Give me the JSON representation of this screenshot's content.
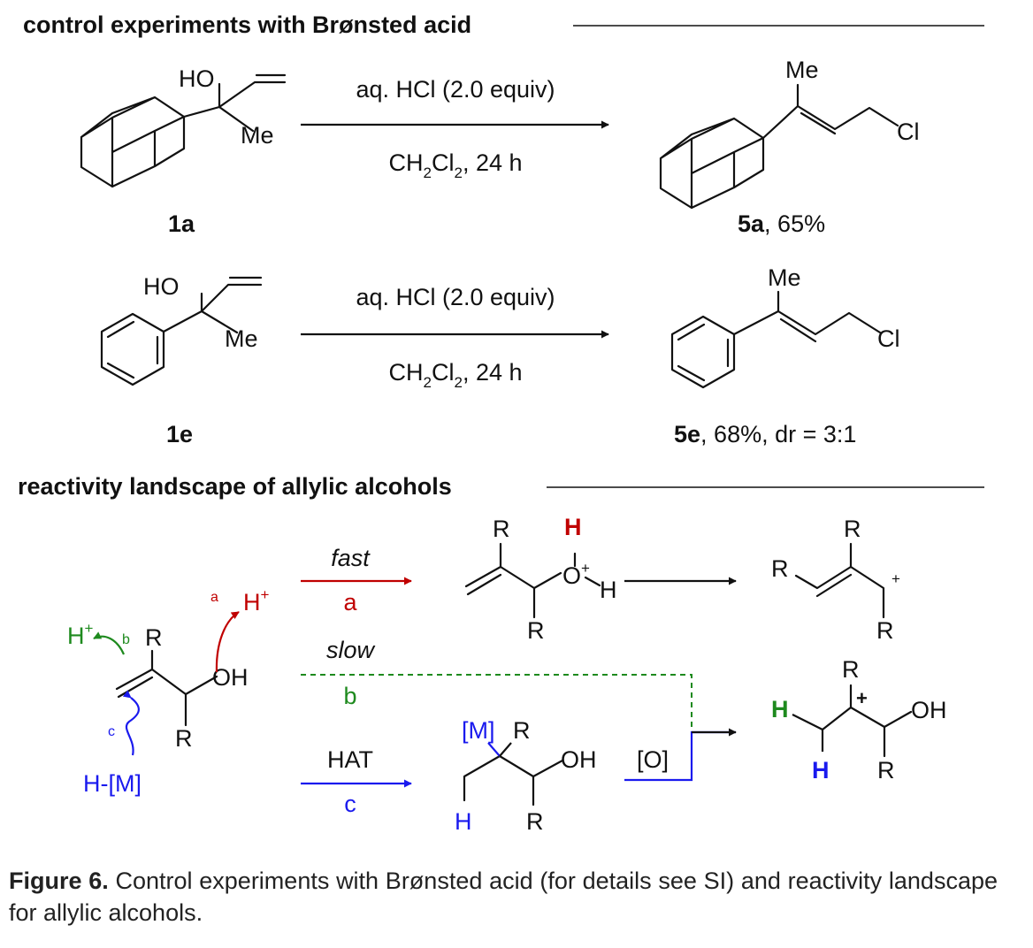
{
  "sections": {
    "control_title": "control experiments with Brønsted acid",
    "landscape_title": "reactivity landscape of allylic alcohols"
  },
  "scheme1": {
    "reagent": "aq. HCl (2.0 equiv)",
    "cond_prefix": "CH",
    "cond_s1": "2",
    "cond_mid": "Cl",
    "cond_s2": "2",
    "cond_suffix": ", 24 h",
    "sm_ho": "HO",
    "sm_me": "Me",
    "sm_label": "1a",
    "prod_me": "Me",
    "prod_cl": "Cl",
    "prod_label": "5a",
    "prod_yield": ", 65%"
  },
  "scheme2": {
    "reagent": "aq. HCl (2.0 equiv)",
    "cond_prefix": "CH",
    "cond_s1": "2",
    "cond_mid": "Cl",
    "cond_s2": "2",
    "cond_suffix": ", 24 h",
    "sm_ho": "HO",
    "sm_me": "Me",
    "sm_label": "1e",
    "prod_me": "Me",
    "prod_cl": "Cl",
    "prod_label": "5e",
    "prod_yield": ", 68%, dr = 3:1"
  },
  "landscape": {
    "center": {
      "h_left": "H",
      "h_left_sup": "+",
      "b_small": "b",
      "r_top": "R",
      "oh": "OH",
      "r_bottom": "R",
      "a_small": "a",
      "h_right": "H",
      "h_right_sup": "+",
      "c_small": "c",
      "hm": "H-[M]"
    },
    "path_a": {
      "top": "fast",
      "bottom": "a"
    },
    "path_b": {
      "top": "slow",
      "bottom": "b"
    },
    "path_c": {
      "top": "HAT",
      "bottom": "c"
    },
    "oxonium": {
      "r_top": "R",
      "h": "H",
      "o": "O",
      "o_sup": "+",
      "h_right": "H",
      "r_bottom": "R"
    },
    "allyl_cation": {
      "r_top": "R",
      "r_left": "R",
      "plus": "+",
      "r_bottom": "R"
    },
    "hat_intermediate": {
      "m": "[M]",
      "r": "R",
      "oh": "OH",
      "h": "H",
      "r_bottom": "R"
    },
    "oxidation": "[O]",
    "final_cation": {
      "r_top": "R",
      "plus": "+",
      "oh": "OH",
      "h_top": "H",
      "h_bottom": "H",
      "r_bottom": "R"
    }
  },
  "caption": {
    "label": "Figure 6.",
    "text": " Control experiments with Brønsted acid (for details see SI) and reactivity landscape for allylic alcohols."
  },
  "colors": {
    "path_a": "#c00000",
    "path_b": "#1e8a1e",
    "path_c": "#1a1aee",
    "text": "#111111"
  }
}
